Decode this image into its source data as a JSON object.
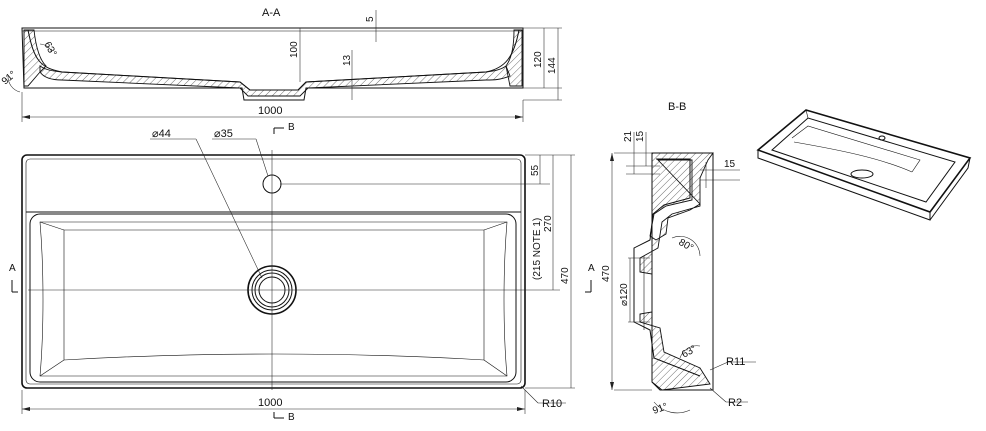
{
  "drawing": {
    "section_aa": {
      "title": "A-A",
      "dim_wall_top": "5",
      "dim_basin_depth": "100",
      "dim_floor_thickness": "13",
      "dim_height_120": "120",
      "dim_height_144": "144",
      "angle_inner": "63°",
      "angle_outer": "91°",
      "dim_length": "1000"
    },
    "plan_view": {
      "section_marker_top": "B",
      "section_marker_bottom": "B",
      "section_marker_left": "A",
      "section_marker_right": "A",
      "drain_diameter": "⌀44",
      "tap_hole_diameter": "⌀35",
      "dim_55": "55",
      "dim_270": "270",
      "dim_215_note": "(215 NOTE 1)",
      "dim_470": "470",
      "dim_length": "1000",
      "corner_radius": "R10"
    },
    "section_bb": {
      "title": "B-B",
      "dim_21": "21",
      "dim_15_top": "15",
      "dim_15_right": "15",
      "dim_470": "470",
      "drain_diameter": "⌀120",
      "angle_80": "80°",
      "angle_63": "63°",
      "angle_91": "91°",
      "radius_r11": "R11",
      "radius_r2": "R2"
    }
  }
}
